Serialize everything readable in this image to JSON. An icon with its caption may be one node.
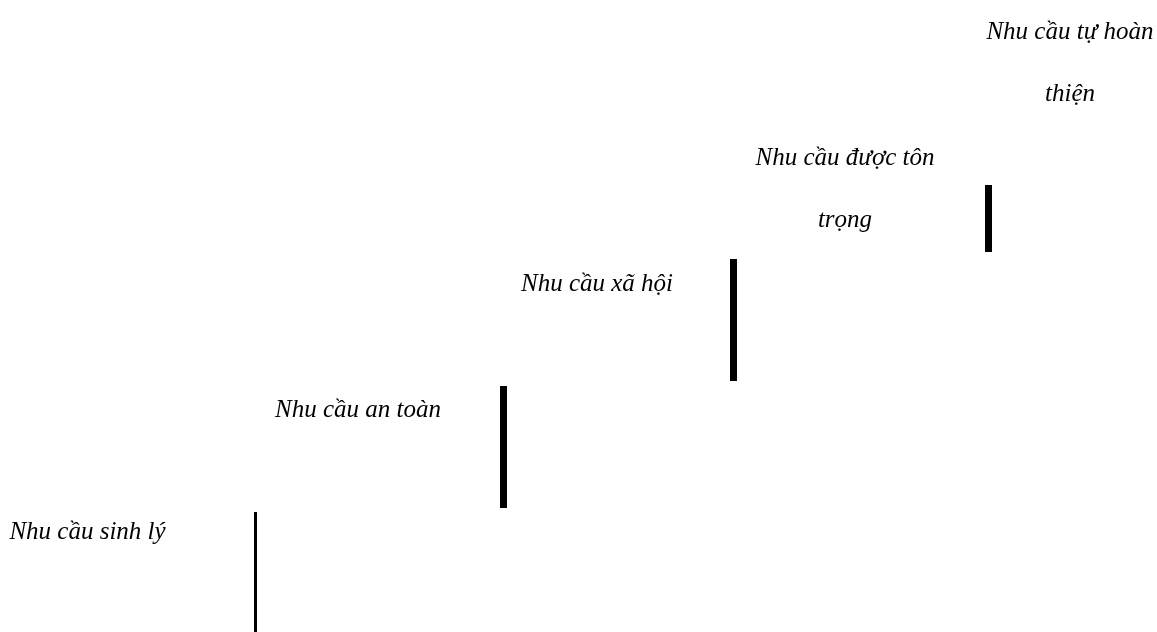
{
  "diagram": {
    "labels": [
      "Nhu cầu tự hoàn thiện",
      "Nhu cầu được tôn trọng",
      "Nhu cầu xã hội",
      "Nhu cầu an toàn",
      "Nhu cầu sinh lý"
    ]
  }
}
